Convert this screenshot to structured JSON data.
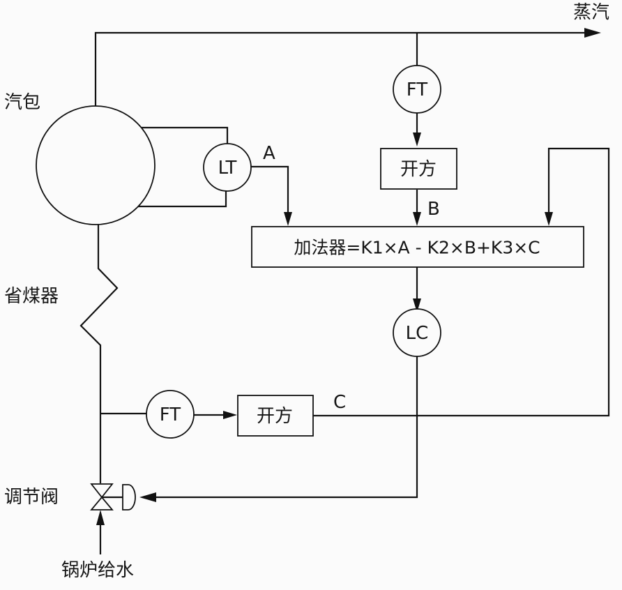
{
  "diagram": {
    "type": "boiler drum three-impulse level control scheme",
    "labels": {
      "steam": "蒸汽",
      "drum": "汽包",
      "economizer": "省煤器",
      "control_valve": "调节阀",
      "boiler_feedwater": "锅炉给水"
    },
    "instruments": {
      "level_transmitter": "LT",
      "steam_flow_transmitter": "FT",
      "feedwater_flow_transmitter": "FT",
      "level_controller": "LC"
    },
    "blocks": {
      "sqrt_steam": "开方",
      "sqrt_feedwater": "开方",
      "adder": "加法器=K1×A - K2×B+K3×C"
    },
    "signals": {
      "a": "A",
      "b": "B",
      "c": "C"
    },
    "connections": [
      {
        "from": "drum",
        "to": "steam",
        "kind": "process"
      },
      {
        "from": "steam-line",
        "to": "steam_flow_transmitter",
        "kind": "process-tap"
      },
      {
        "from": "steam_flow_transmitter",
        "to": "sqrt_steam",
        "kind": "signal"
      },
      {
        "from": "sqrt_steam",
        "to": "adder",
        "kind": "signal",
        "label": "B"
      },
      {
        "from": "drum",
        "to": "level_transmitter",
        "kind": "process-tap"
      },
      {
        "from": "level_transmitter",
        "to": "adder",
        "kind": "signal",
        "label": "A"
      },
      {
        "from": "feedwater-line",
        "to": "feedwater_flow_transmitter",
        "kind": "process-tap"
      },
      {
        "from": "feedwater_flow_transmitter",
        "to": "sqrt_feedwater",
        "kind": "signal"
      },
      {
        "from": "sqrt_feedwater",
        "to": "adder",
        "kind": "signal",
        "label": "C"
      },
      {
        "from": "adder",
        "to": "level_controller",
        "kind": "signal"
      },
      {
        "from": "level_controller",
        "to": "control_valve",
        "kind": "signal"
      },
      {
        "from": "boiler_feedwater",
        "to": "control_valve",
        "kind": "process"
      },
      {
        "from": "control_valve",
        "to": "economizer",
        "kind": "process"
      },
      {
        "from": "economizer",
        "to": "drum",
        "kind": "process"
      }
    ]
  }
}
